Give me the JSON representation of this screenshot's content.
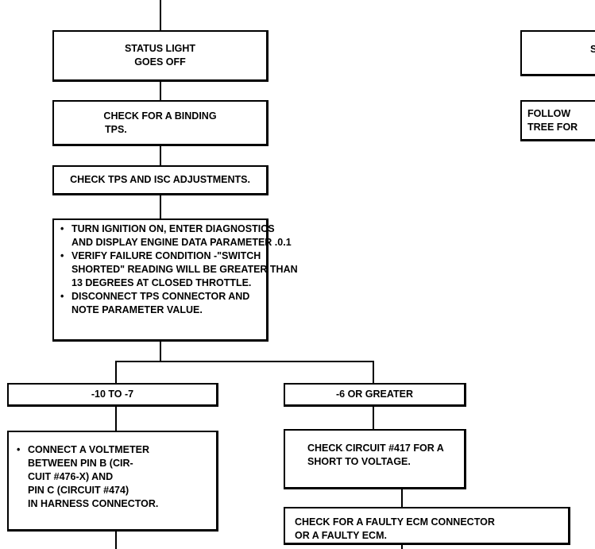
{
  "flowchart": {
    "status_light": {
      "lines": [
        "STATUS LIGHT",
        "GOES OFF"
      ]
    },
    "check_binding": {
      "lines": [
        "CHECK FOR A BINDING",
        "TPS."
      ]
    },
    "check_adjustments": {
      "lines": [
        "CHECK TPS AND ISC ADJUSTMENTS."
      ]
    },
    "procedure": {
      "bullets": [
        {
          "lines": [
            "TURN IGNITION ON, ENTER DIAGNOSTICS",
            "AND DISPLAY ENGINE DATA PARAMETER .0.1"
          ]
        },
        {
          "lines": [
            "VERIFY FAILURE CONDITION -\"SWITCH",
            "SHORTED\" READING WILL BE GREATER THAN",
            "13 DEGREES AT CLOSED THROTTLE."
          ]
        },
        {
          "lines": [
            "DISCONNECT TPS CONNECTOR AND",
            "NOTE PARAMETER VALUE."
          ]
        }
      ]
    },
    "branch_left": {
      "label": "-10 TO -7"
    },
    "branch_right": {
      "label": "-6 OR GREATER"
    },
    "connect_voltmeter": {
      "bullets": [
        {
          "lines": [
            "CONNECT A VOLTMETER",
            "BETWEEN PIN B (CIR-",
            "CUIT #476-X) AND",
            "PIN C (CIRCUIT #474)",
            "IN HARNESS CONNECTOR."
          ]
        }
      ]
    },
    "check_circuit": {
      "lines": [
        "CHECK CIRCUIT #417 FOR A",
        "SHORT TO VOLTAGE."
      ]
    },
    "check_ecm": {
      "lines": [
        "CHECK FOR A FAULTY ECM CONNECTOR",
        "OR A FAULTY ECM."
      ]
    },
    "right_top_partial": {
      "lines": [
        "S"
      ]
    },
    "right_follow_partial": {
      "lines": [
        "FOLLOW",
        "TREE FOR"
      ]
    }
  }
}
